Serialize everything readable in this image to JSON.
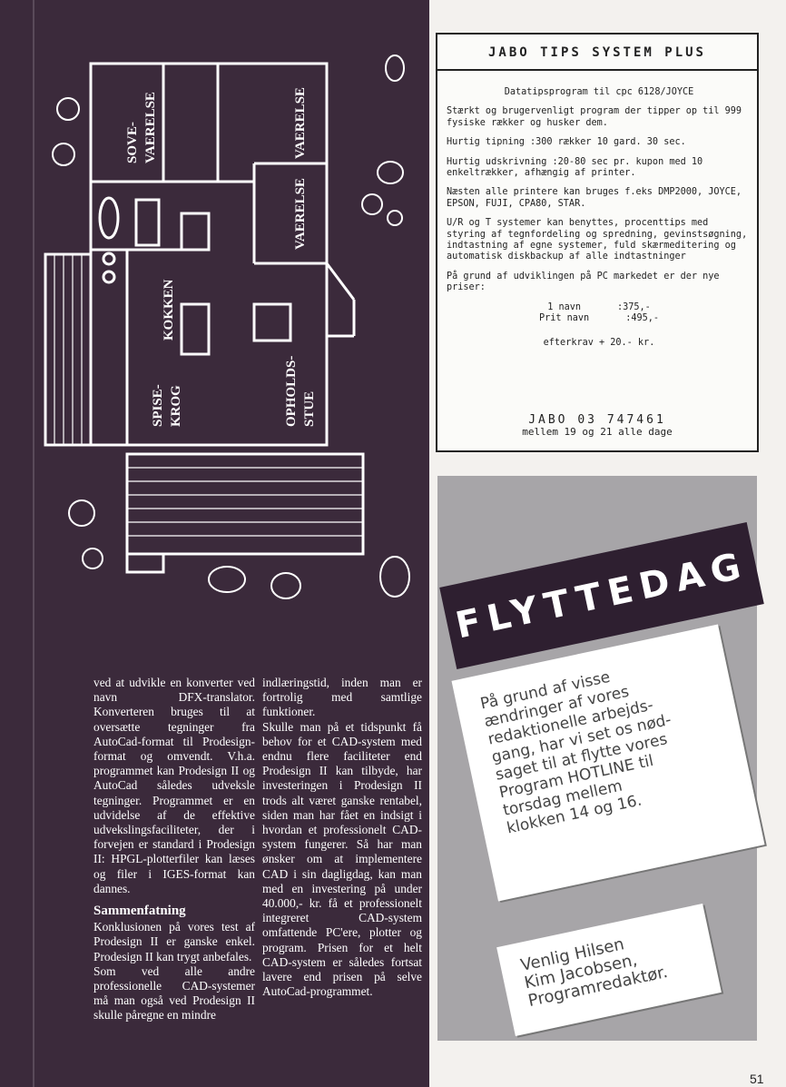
{
  "floor_plan": {
    "rooms": [
      "SOVE-\nVAERELSE",
      "VAERELSE",
      "VAERELSE",
      "KOKKEN",
      "SPISE-\nKROG",
      "OPHOLDS-\nSTUE"
    ]
  },
  "article": {
    "col1_para1": "ved at udvikle en konverter ved navn DFX-translator. Konverteren bruges til at oversætte tegninger fra AutoCad-format til Prodesign-format og omvendt. V.h.a. programmet kan Prodesign II og AutoCad således udveksle tegninger. Programmet er en udvidelse af de effektive udvekslingsfaciliteter, der i forvejen er standard i Prodesign II: HPGL-plotterfiler kan læses og filer i IGES-format kan dannes.",
    "heading": "Sammenfatning",
    "col1_para2": "Konklusionen på vores test af Prodesign II er ganske enkel. Prodesign II kan trygt anbefales.",
    "col1_para3": "Som ved alle andre professionelle CAD-systemer må man også ved Prodesign II skulle påregne en mindre",
    "col2_para1": "indlæringstid, inden man er fortrolig med samtlige funktioner.",
    "col2_para2": "Skulle man på et tidspunkt få behov for et CAD-system med endnu flere faciliteter end Prodesign II kan tilbyde, har investeringen i Prodesign II trods alt været ganske rentabel, siden man har fået en indsigt i hvordan et professionelt CAD-system fungerer. Så har man ønsker om at implementere CAD i sin dagligdag, kan man med en investering på under 40.000,- kr. få et professionelt integreret CAD-system omfattende PC'ere, plotter og program. Prisen for et helt CAD-system er således fortsat lavere end prisen på selve AutoCad-programmet."
  },
  "ad": {
    "title": "JABO TIPS SYSTEM PLUS",
    "line1": "Datatipsprogram til  cpc 6128/JOYCE",
    "p1": "Stærkt og brugervenligt program der tipper op til 999 fysiske rækker og husker dem.",
    "p2": "Hurtig tipning :300 rækker 10 gard. 30 sec.",
    "p3": "Hurtig udskrivning :20-80 sec pr. kupon med 10 enkeltrækker, afhængig af printer.",
    "p4": "Næsten alle printere kan bruges f.eks DMP2000, JOYCE, EPSON, FUJI, CPA80, STAR.",
    "p5": "U/R og T systemer kan benyttes, procenttips med styring af tegnfordeling og spredning, gevinstsøgning, indtastning af egne systemer, fuld skærmeditering og automatisk diskbackup af alle indtastninger",
    "p6": "På grund af udviklingen på PC markedet er der nye priser:",
    "price1_label": "1 navn",
    "price1_value": ":375,-",
    "price2_label": "Prit navn",
    "price2_value": ":495,-",
    "postage": "efterkrav + 20.- kr.",
    "phone": "JABO   03  747461",
    "hours": "mellem  19  og  21  alle  dage"
  },
  "notice": {
    "banner": "FLYTTEDAG",
    "body": "På grund af visse\nændringer af vores\nredaktionelle arbejds-\ngang, har vi set os nød-\nsaget til at flytte vores\nProgram HOTLINE til\ntorsdag mellem\nklokken 14 og 16.",
    "signature": "Venlig Hilsen\nKim Jacobsen,\nProgramredaktør."
  },
  "page_number": "51"
}
